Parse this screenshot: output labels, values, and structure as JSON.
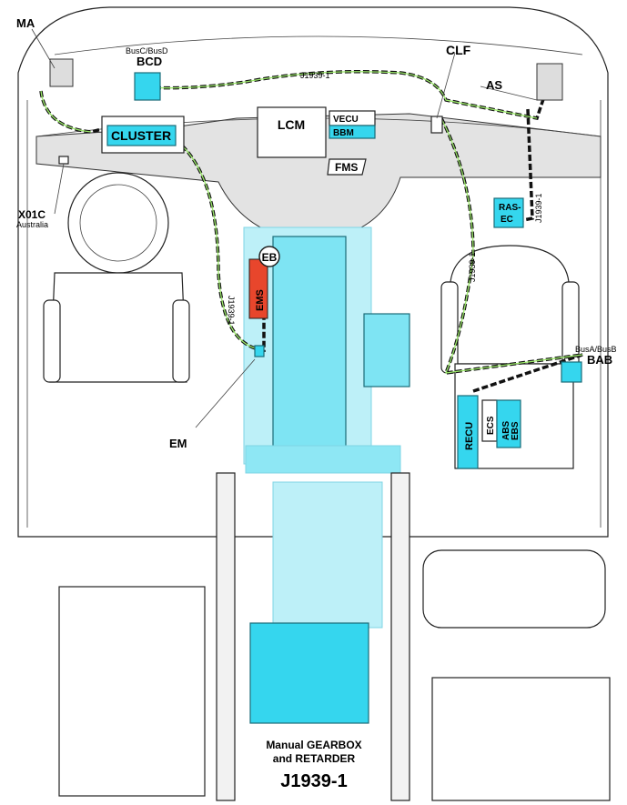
{
  "labels": {
    "ma": "MA",
    "bcd_bus": "BusC/BusD",
    "bcd": "BCD",
    "clf": "CLF",
    "as": "AS",
    "cluster": "CLUSTER",
    "lcm": "LCM",
    "vecu": "VECU",
    "bbm": "BBM",
    "fms": "FMS",
    "x01c": "X01C",
    "australia": "Australia",
    "ras_ec_1": "RAS-",
    "ras_ec_2": "EC",
    "eb": "EB",
    "ems": "EMS",
    "em": "EM",
    "bab_bus": "BusA/BusB",
    "bab": "BAB",
    "recu": "RECU",
    "ecs": "ECS",
    "abs": "ABS",
    "ebs": "EBS",
    "j1939_top": "J1939-1",
    "j1939_left": "J1939-1",
    "j1939_right_upper": "J1939-1",
    "j1939_right": "J1939-1",
    "title_line1": "Manual GEARBOX",
    "title_line2": "and RETARDER",
    "title_line3": "J1939-1"
  },
  "colors": {
    "module": "#35d6ee",
    "ems": "#e8462c",
    "wire_accent": "#9be86a"
  }
}
